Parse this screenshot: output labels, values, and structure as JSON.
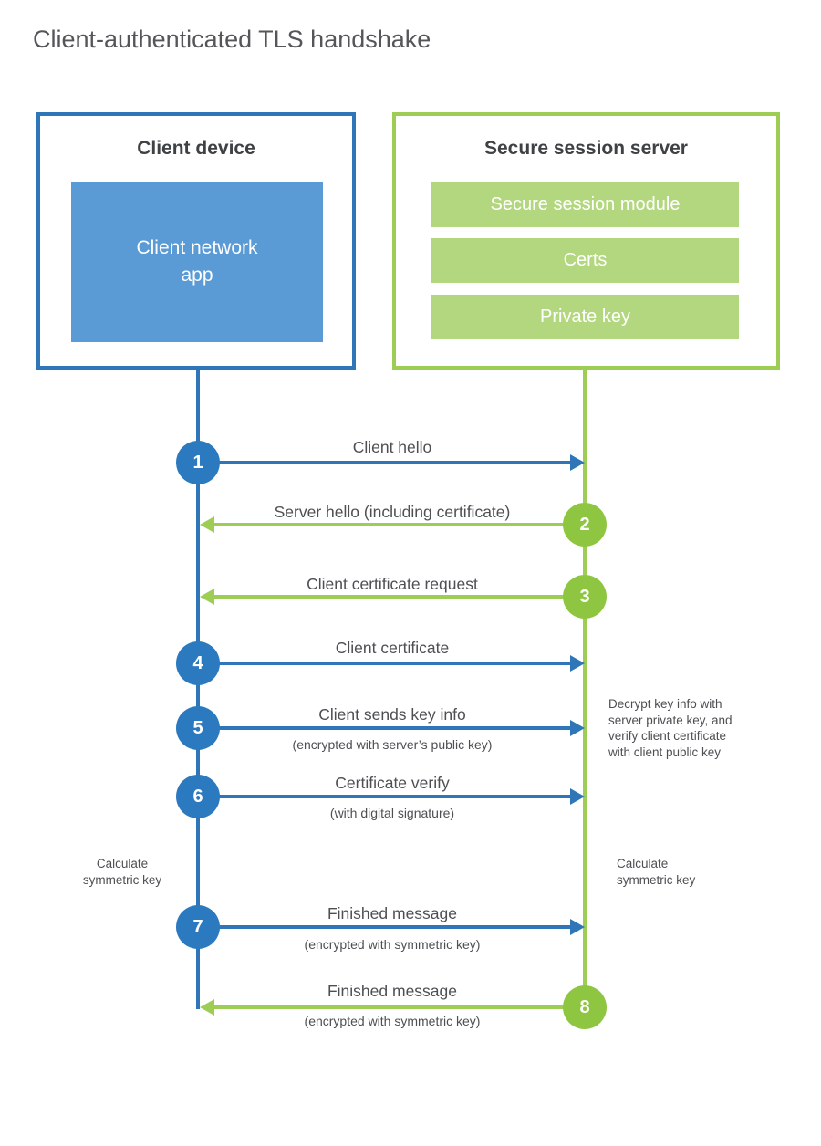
{
  "title": "Client-authenticated TLS handshake",
  "colors": {
    "blue_main": "#2e76b8",
    "blue_circle": "#2b79be",
    "blue_fill": "#5b9bd5",
    "green_line": "#9ecd55",
    "green_circle": "#8fc641",
    "green_fill": "#b3d77e"
  },
  "client_box": {
    "title": "Client device",
    "app": "Client network\napp"
  },
  "server_box": {
    "title": "Secure session server",
    "modules": [
      "Secure session module",
      "Certs",
      "Private key"
    ]
  },
  "steps": [
    {
      "num": "1",
      "label": "Client hello",
      "sub": ""
    },
    {
      "num": "2",
      "label": "Server hello (including certificate)",
      "sub": ""
    },
    {
      "num": "3",
      "label": "Client certificate request",
      "sub": ""
    },
    {
      "num": "4",
      "label": "Client certificate",
      "sub": ""
    },
    {
      "num": "5",
      "label": "Client sends key info",
      "sub": "(encrypted with server’s public key)"
    },
    {
      "num": "6",
      "label": "Certificate verify",
      "sub": "(with digital signature)"
    },
    {
      "num": "7",
      "label": "Finished message",
      "sub": "(encrypted with symmetric key)"
    },
    {
      "num": "8",
      "label": "Finished message",
      "sub": "(encrypted with symmetric key)"
    }
  ],
  "notes": {
    "decrypt": "Decrypt key info with\nserver private key, and\nverify client certificate\nwith client public key",
    "calc_left": "Calculate\nsymmetric key",
    "calc_right": "Calculate\nsymmetric key"
  }
}
